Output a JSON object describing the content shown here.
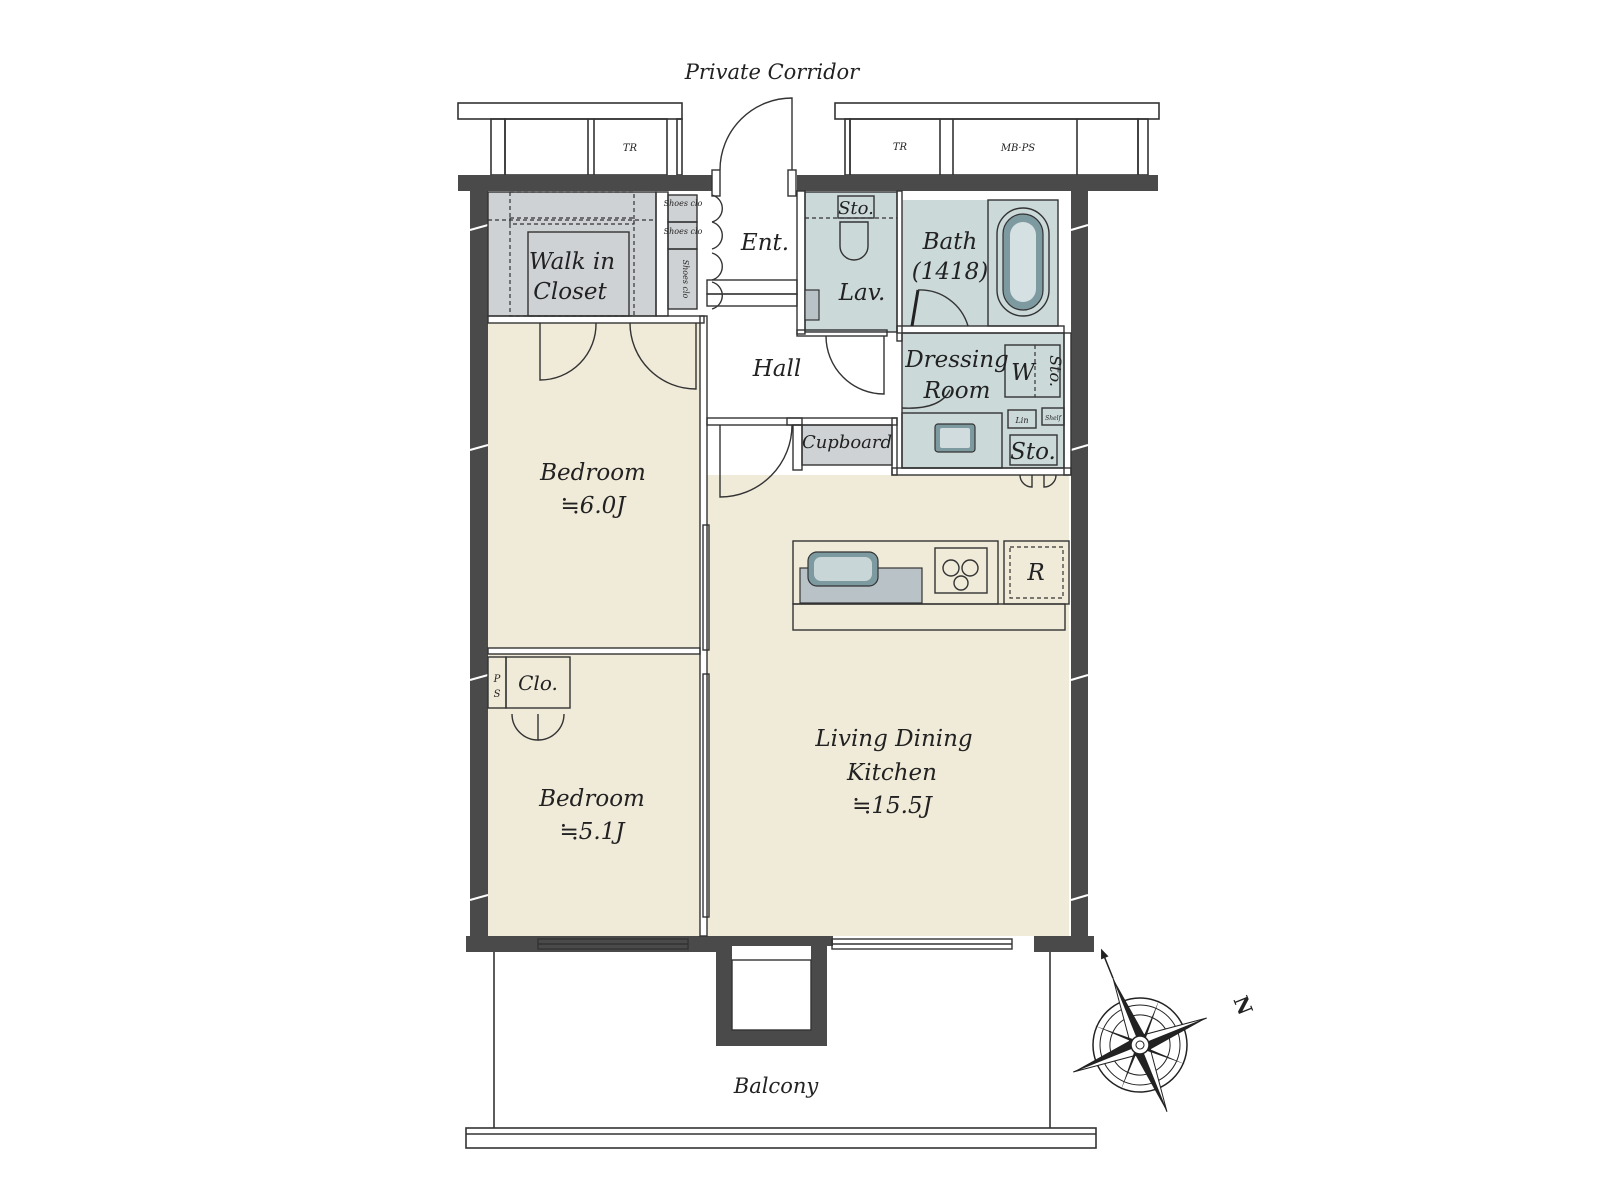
{
  "header": {
    "corridor_label": "Private Corridor"
  },
  "colors": {
    "room_fill": "#f0ead9",
    "wet_fill": "#ccd9d9",
    "closet_fill": "#cfd2d4",
    "wall": "#4a4a4a",
    "fixture_fill": "#b9c3c7",
    "fixture_steel": "#7e9aa1"
  },
  "corridor_units": {
    "tr_left": "TR",
    "tr_right": "TR",
    "mb_ps": "MB·PS"
  },
  "rooms": {
    "walk_in_closet": {
      "line1": "Walk in",
      "line2": "Closet"
    },
    "shoes_clo_1": "Shoes clo",
    "shoes_clo_2": "Shoes clo",
    "shoes_clo_3": "Shoes clo",
    "entrance": "Ent.",
    "sto_lav": "Sto.",
    "lavatory": "Lav.",
    "bath": {
      "name": "Bath",
      "size": "(1418)"
    },
    "hall": "Hall",
    "dressing_room": {
      "line1": "Dressing",
      "line2": "Room"
    },
    "washer": "W",
    "sto_dressing": "Sto.",
    "linen": "Lin",
    "shelf": "Shelf",
    "cupboard": "Cupboard",
    "sto_kitchen": "Sto.",
    "refrigerator": "R",
    "bedroom_1": {
      "name": "Bedroom",
      "size": "≒6.0J"
    },
    "bedroom_2": {
      "name": "Bedroom",
      "size": "≒5.1J"
    },
    "closet": "Clo.",
    "pipe_space": {
      "p": "P",
      "s": "S"
    },
    "ldk": {
      "line1": "Living Dining",
      "line2": "Kitchen",
      "size": "≒15.5J"
    },
    "balcony": "Balcony"
  },
  "compass": {
    "north_label": "N"
  }
}
